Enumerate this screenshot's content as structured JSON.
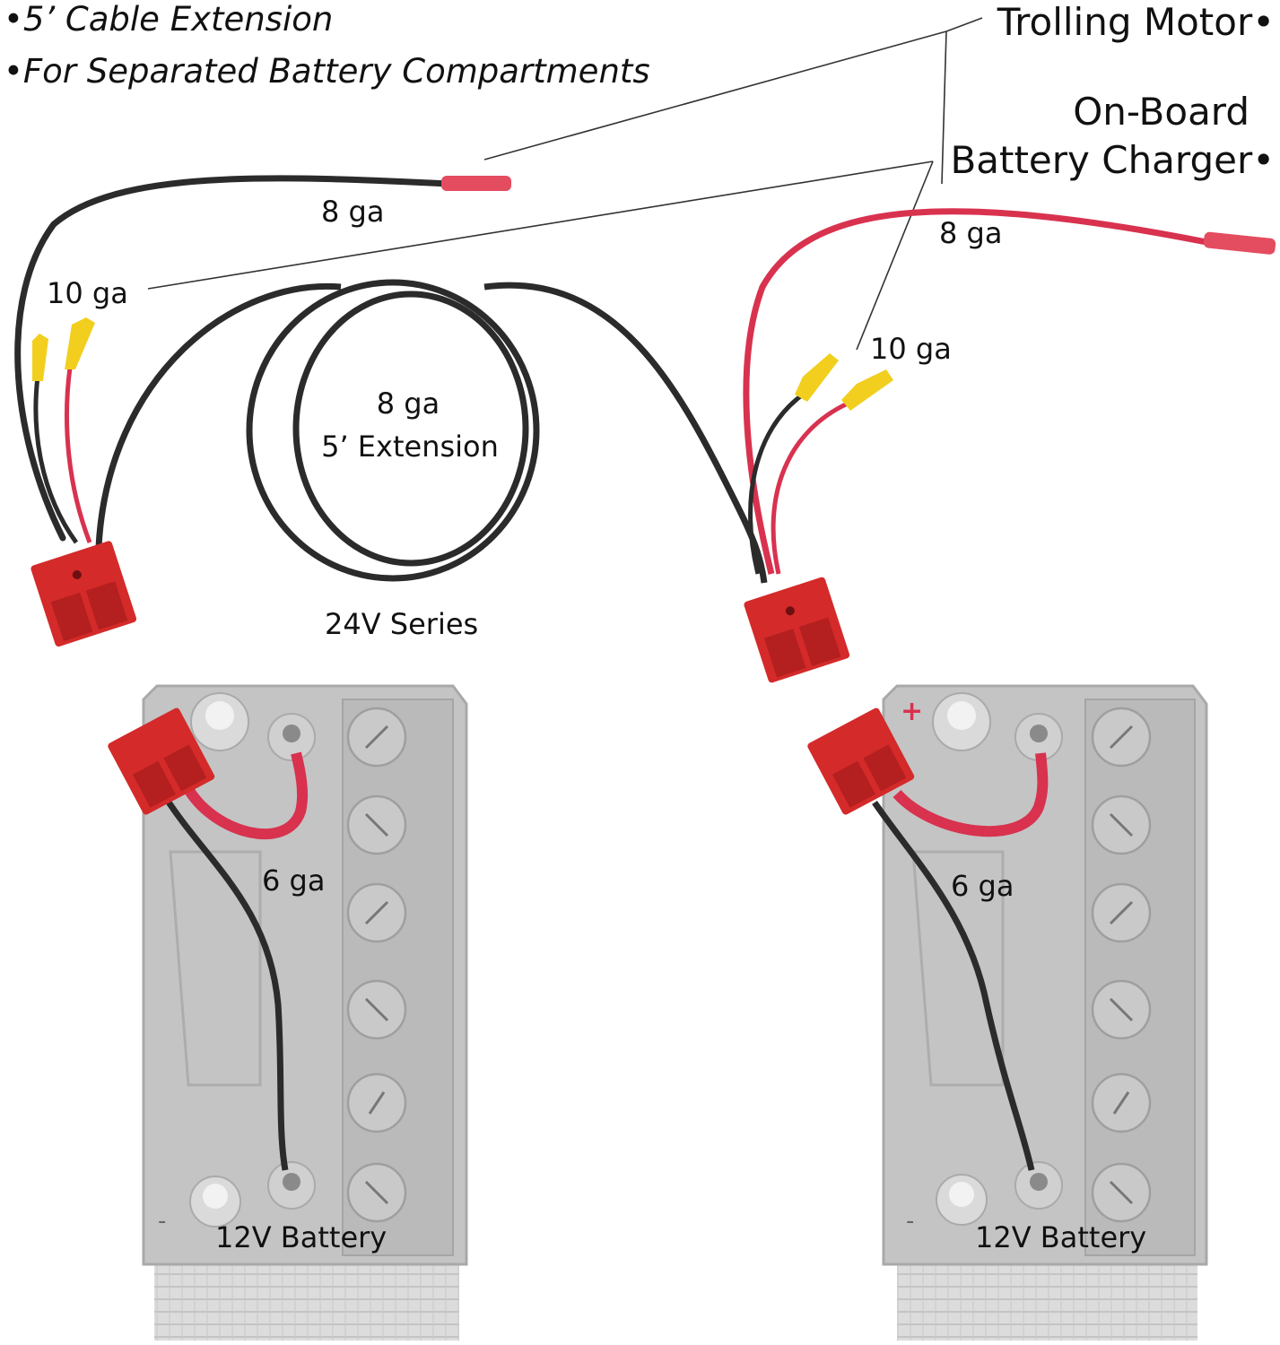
{
  "features": [
    "5’ Cable Extension",
    "For Separated Battery Compartments"
  ],
  "bullet": "•",
  "callouts": {
    "trolling_motor": "Trolling Motor",
    "charger_line1": "On-Board",
    "charger_line2": "Battery Charger"
  },
  "labels": {
    "lead_top_gauge": "8 ga",
    "lead_left_gauge": "10 ga",
    "coil_gauge": "8 ga",
    "coil_name": "5’ Extension",
    "series_label": "24V Series",
    "lead_right_red_gauge": "8 ga",
    "lead_right_gauge": "10 ga",
    "jumper_left_gauge": "6 ga",
    "jumper_right_gauge": "6 ga",
    "battery_left": "12V Battery",
    "battery_right": "12V Battery",
    "battery_plus": "+",
    "battery_minus": "-"
  },
  "colors": {
    "cable_black": "#2b2b2b",
    "cable_red": "#d8324f",
    "connector_red": "#d42a2a",
    "terminal_yellow": "#f2cf1f",
    "battery_body": "#c4c4c4",
    "battery_dark": "#a9a9a9",
    "leader_line": "#333333"
  }
}
